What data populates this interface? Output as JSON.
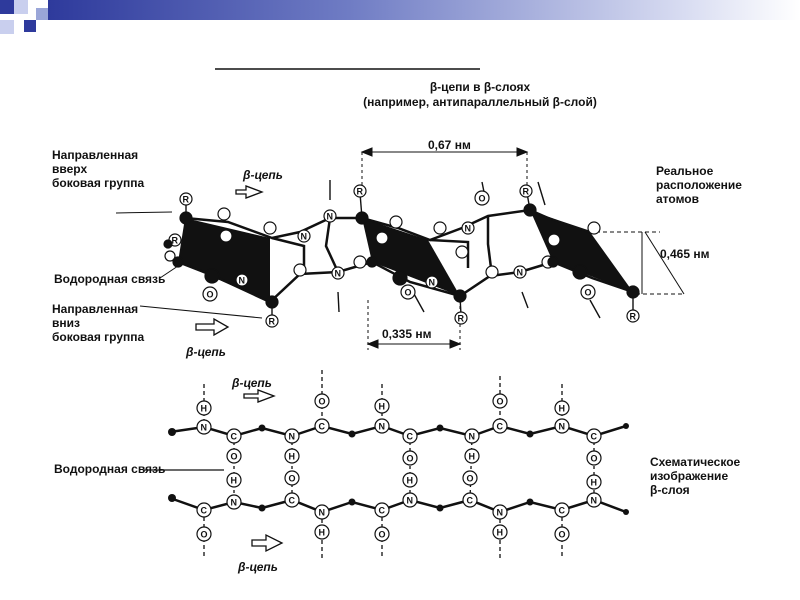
{
  "title": {
    "line1": "β-цепи в β-слоях",
    "line2": "(например, антипараллельный β-слой)"
  },
  "top": {
    "up_side_group": "Направленная\nвверх\nбоковая группа",
    "chain_label": "β-цепь",
    "h_bond": "Водородная связь",
    "down_side_group": "Направленная\nвниз\nбоковая группа",
    "chain_label2": "β-цепь",
    "dim_067": "0,67 нм",
    "dim_0335": "0,335 нм",
    "dim_0465": "0,465 нм",
    "real_label": "Реальное\nрасположение\nатомов"
  },
  "bottom": {
    "chain_label_top": "β-цепь",
    "h_bond": "Водородная связь",
    "chain_label_bottom": "β-цепь",
    "schematic_label": "Схематическое\nизображение\nβ-слоя"
  },
  "atoms": {
    "R": "R",
    "N": "N",
    "C": "C",
    "O": "O",
    "H": "H"
  },
  "colors": {
    "corner_blue": "#2e3a9c",
    "corner_light": "#9aa6d8",
    "ink": "#111111"
  }
}
